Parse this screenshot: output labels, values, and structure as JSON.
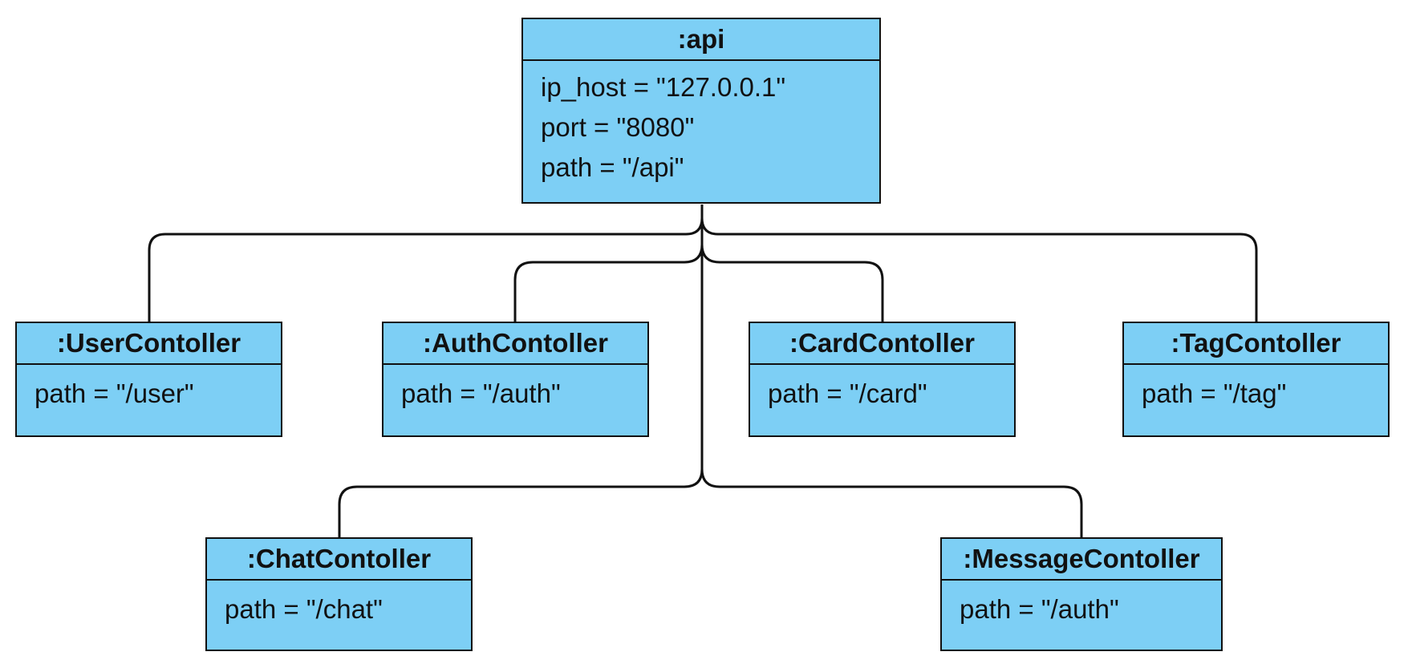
{
  "diagram": {
    "root": {
      "title": ":api",
      "attributes": [
        "ip_host = \"127.0.0.1\"",
        "port = \"8080\"",
        "path = \"/api\""
      ]
    },
    "children": [
      {
        "id": "user",
        "title": ":UserContoller",
        "attributes": [
          "path = \"/user\""
        ]
      },
      {
        "id": "auth",
        "title": ":AuthContoller",
        "attributes": [
          "path = \"/auth\""
        ]
      },
      {
        "id": "card",
        "title": ":CardContoller",
        "attributes": [
          "path = \"/card\""
        ]
      },
      {
        "id": "tag",
        "title": ":TagContoller",
        "attributes": [
          "path = \"/tag\""
        ]
      },
      {
        "id": "chat",
        "title": ":ChatContoller",
        "attributes": [
          "path = \"/chat\""
        ]
      },
      {
        "id": "message",
        "title": ":MessageContoller",
        "attributes": [
          "path = \"/auth\""
        ]
      }
    ],
    "colors": {
      "fill": "#7dcff5",
      "stroke": "#111111"
    }
  }
}
